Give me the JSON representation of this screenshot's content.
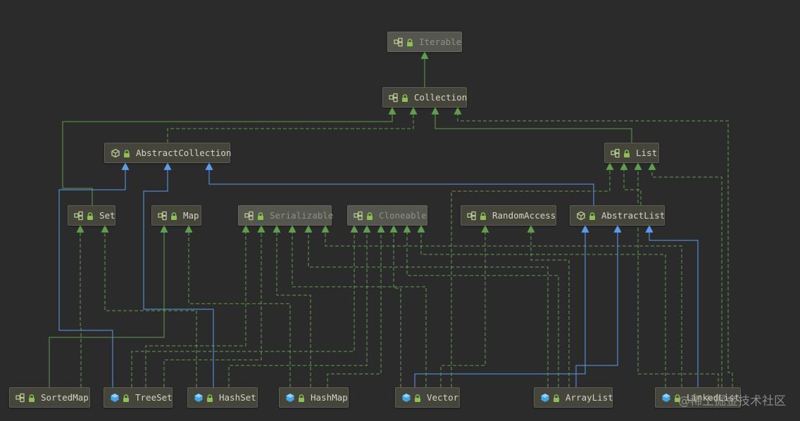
{
  "diagram": {
    "nodes": [
      {
        "id": "iterable",
        "label": "Iterable",
        "kind": "interface",
        "dim": true
      },
      {
        "id": "collection",
        "label": "Collection",
        "kind": "interface",
        "dim": false
      },
      {
        "id": "abstractcollection",
        "label": "AbstractCollection",
        "kind": "abstract",
        "dim": false
      },
      {
        "id": "list",
        "label": "List",
        "kind": "interface",
        "dim": false
      },
      {
        "id": "set",
        "label": "Set",
        "kind": "interface",
        "dim": false
      },
      {
        "id": "map",
        "label": "Map",
        "kind": "interface",
        "dim": false
      },
      {
        "id": "serializable",
        "label": "Serializable",
        "kind": "interface",
        "dim": true
      },
      {
        "id": "cloneable",
        "label": "Cloneable",
        "kind": "interface",
        "dim": true
      },
      {
        "id": "randomaccess",
        "label": "RandomAccess",
        "kind": "interface",
        "dim": false
      },
      {
        "id": "abstractlist",
        "label": "AbstractList",
        "kind": "abstract",
        "dim": false
      },
      {
        "id": "sortedmap",
        "label": "SortedMap",
        "kind": "interface",
        "dim": false
      },
      {
        "id": "treeset",
        "label": "TreeSet",
        "kind": "class",
        "dim": false
      },
      {
        "id": "hashset",
        "label": "HashSet",
        "kind": "class",
        "dim": false
      },
      {
        "id": "hashmap",
        "label": "HashMap",
        "kind": "class",
        "dim": false
      },
      {
        "id": "vector",
        "label": "Vector",
        "kind": "class",
        "dim": false
      },
      {
        "id": "arraylist",
        "label": "ArrayList",
        "kind": "class",
        "dim": false
      },
      {
        "id": "linkedlist",
        "label": "LinkedList",
        "kind": "class",
        "dim": false
      }
    ],
    "relations": [
      {
        "from": "collection",
        "to": "iterable",
        "type": "extends"
      },
      {
        "from": "set",
        "to": "collection",
        "type": "extends"
      },
      {
        "from": "abstractcollection",
        "to": "collection",
        "type": "implements"
      },
      {
        "from": "list",
        "to": "collection",
        "type": "extends"
      },
      {
        "from": "linkedlist",
        "to": "collection",
        "type": "implements"
      },
      {
        "from": "set",
        "to": "abstractcollection",
        "type": "inherits"
      },
      {
        "from": "hashset",
        "to": "abstractcollection",
        "type": "inherits"
      },
      {
        "from": "abstractlist",
        "to": "abstractcollection",
        "type": "inherits"
      },
      {
        "from": "vector",
        "to": "list",
        "type": "implements"
      },
      {
        "from": "abstractlist",
        "to": "list",
        "type": "implements"
      },
      {
        "from": "arraylist",
        "to": "list",
        "type": "implements"
      },
      {
        "from": "linkedlist",
        "to": "list",
        "type": "implements"
      },
      {
        "from": "treeset",
        "to": "set",
        "type": "implements"
      },
      {
        "from": "hashset",
        "to": "set",
        "type": "implements"
      },
      {
        "from": "sortedmap",
        "to": "map",
        "type": "extends"
      },
      {
        "from": "hashmap",
        "to": "map",
        "type": "implements"
      },
      {
        "from": "treeset",
        "to": "serializable",
        "type": "implements"
      },
      {
        "from": "hashset",
        "to": "serializable",
        "type": "implements"
      },
      {
        "from": "hashmap",
        "to": "serializable",
        "type": "implements"
      },
      {
        "from": "vector",
        "to": "serializable",
        "type": "implements"
      },
      {
        "from": "arraylist",
        "to": "serializable",
        "type": "implements"
      },
      {
        "from": "linkedlist",
        "to": "serializable",
        "type": "implements"
      },
      {
        "from": "treeset",
        "to": "cloneable",
        "type": "implements"
      },
      {
        "from": "hashset",
        "to": "cloneable",
        "type": "implements"
      },
      {
        "from": "hashmap",
        "to": "cloneable",
        "type": "implements"
      },
      {
        "from": "vector",
        "to": "cloneable",
        "type": "implements"
      },
      {
        "from": "arraylist",
        "to": "cloneable",
        "type": "implements"
      },
      {
        "from": "linkedlist",
        "to": "cloneable",
        "type": "implements"
      },
      {
        "from": "vector",
        "to": "randomaccess",
        "type": "implements"
      },
      {
        "from": "arraylist",
        "to": "randomaccess",
        "type": "implements"
      },
      {
        "from": "vector",
        "to": "abstractlist",
        "type": "inherits"
      },
      {
        "from": "arraylist",
        "to": "abstractlist",
        "type": "inherits"
      },
      {
        "from": "linkedlist",
        "to": "abstractlist",
        "type": "inherits"
      }
    ]
  },
  "colors": {
    "background": "#2b2b2b",
    "extends": "#5f9e4d",
    "implements": "#5f9e4d",
    "inherits": "#5b9cf0",
    "node_fill": "#45453b",
    "node_fill_dim": "#55564e",
    "class_icon": "#3fa6e8",
    "abstract_icon": "#b6c98e",
    "interface_icon": "#b6c98e",
    "lock_icon": "#8cc152"
  },
  "icons": {
    "interface": "interface-icon",
    "abstract": "abstract-class-icon",
    "class": "class-icon",
    "lock": "lock-icon"
  },
  "watermark": "@稀土掘金技术社区"
}
